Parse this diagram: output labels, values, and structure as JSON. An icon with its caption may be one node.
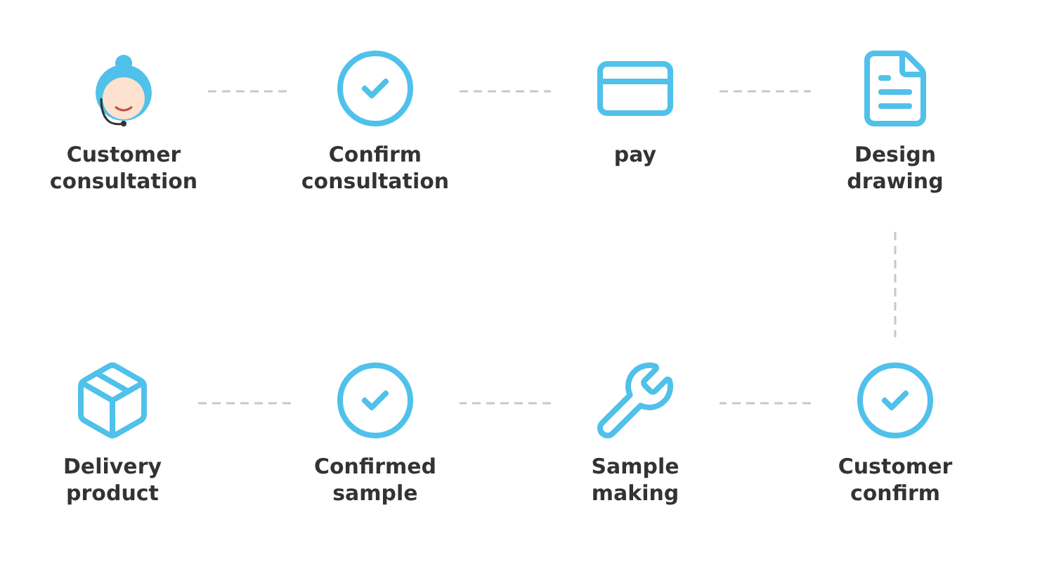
{
  "diagram": {
    "nodes": [
      {
        "text": [
          "Customer consultation"
        ]
      },
      {
        "text": [
          "Confirm consultation"
        ]
      },
      {
        "text": [
          "pay"
        ]
      },
      {
        "text": [
          "Design drawing"
        ]
      },
      {
        "text": [
          "Delivery product"
        ]
      },
      {
        "text": [
          "Confirmed sample"
        ]
      },
      {
        "text": [
          "Sample making"
        ]
      },
      {
        "text": [
          "Customer confirm"
        ]
      }
    ],
    "edges": [
      {
        "from": 0,
        "to": 1,
        "arrow": "none",
        "style": "dashed"
      },
      {
        "from": 1,
        "to": 2,
        "arrow": "none",
        "style": "dashed"
      },
      {
        "from": 2,
        "to": 3,
        "arrow": "none",
        "style": "dashed"
      },
      {
        "from": 3,
        "to": 7,
        "arrow": "none",
        "style": "dashed"
      },
      {
        "from": 7,
        "to": 6,
        "arrow": "none",
        "style": "dashed"
      },
      {
        "from": 6,
        "to": 5,
        "arrow": "none",
        "style": "dashed"
      },
      {
        "from": 5,
        "to": 4,
        "arrow": "none",
        "style": "dashed"
      }
    ]
  }
}
